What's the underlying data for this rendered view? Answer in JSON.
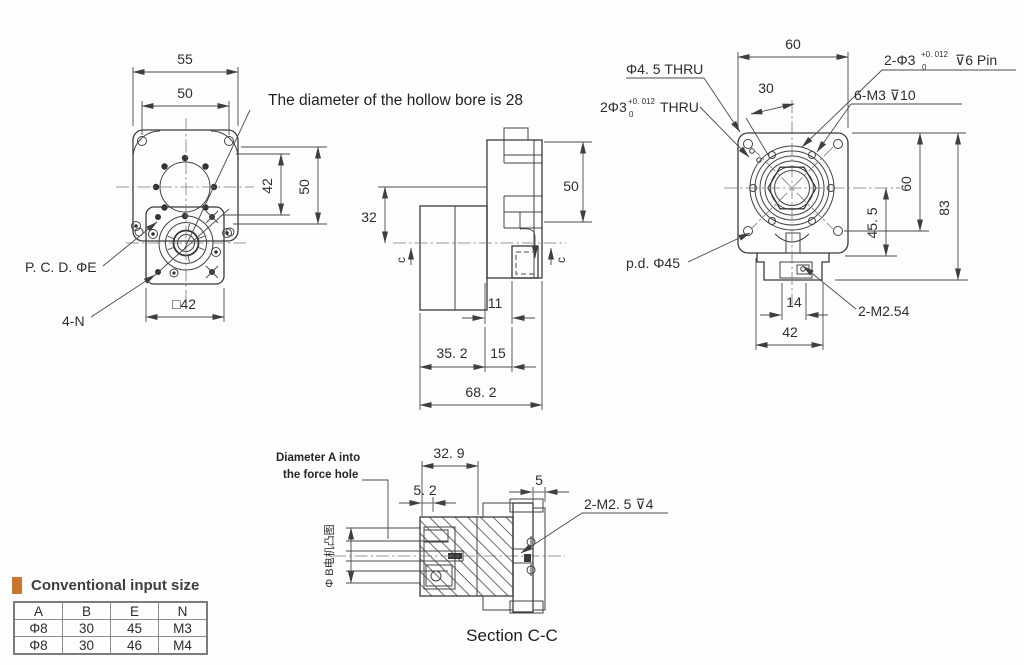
{
  "note": {
    "hollow_bore": "The diameter of the hollow bore is 28"
  },
  "front_view": {
    "dim_width_outer": "55",
    "dim_width_holes": "50",
    "dim_42": "42",
    "dim_50": "50",
    "label_pcd": "P. C. D. ΦE",
    "label_4n": "4-N",
    "dim_square": "□42"
  },
  "side_view": {
    "dim_32": "32",
    "dim_50": "50",
    "dim_11": "11",
    "dim_35_2": "35. 2",
    "dim_15": "15",
    "dim_68_2": "68. 2",
    "chamfer_left": "c",
    "chamfer_right": "c"
  },
  "rear_view": {
    "dim_60_top": "60",
    "dim_30": "30",
    "label_phi45_thru": "Φ4. 5 THRU",
    "label_2phi3_prefix": "2Φ3",
    "label_2phi3_tol_sup": "+0. 012",
    "label_2phi3_tol_sub": "0",
    "label_2phi3_suffix": "THRU",
    "label_pin_prefix": "2-Φ3",
    "label_pin_tol_sup": "+0. 012",
    "label_pin_tol_sub": "0",
    "label_pin_suffix": "⊽6 Pin",
    "label_6m3": "6-M3 ⊽10",
    "dim_60_right": "60",
    "dim_83": "83",
    "dim_45_5": "45. 5",
    "label_pd": "p.d. Φ45",
    "dim_14": "14",
    "dim_42": "42",
    "label_2m254": "2-M2.54"
  },
  "section_view": {
    "dim_32_9": "32. 9",
    "dim_5_2": "5. 2",
    "dim_5": "5",
    "label_2m25": "2-M2. 5 ⊽4",
    "note_line1": "Diameter A into",
    "note_line2": "the force hole",
    "label_phi_b": "Φ B电机凸图",
    "caption": "Section C-C"
  },
  "table": {
    "title": "Conventional input size",
    "headers": [
      "A",
      "B",
      "E",
      "N"
    ],
    "rows": [
      [
        "Φ8",
        "30",
        "45",
        "M3"
      ],
      [
        "Φ8",
        "30",
        "46",
        "M4"
      ]
    ]
  },
  "colors": {
    "accent": "#C8772E",
    "line": "#3a3a3a"
  }
}
